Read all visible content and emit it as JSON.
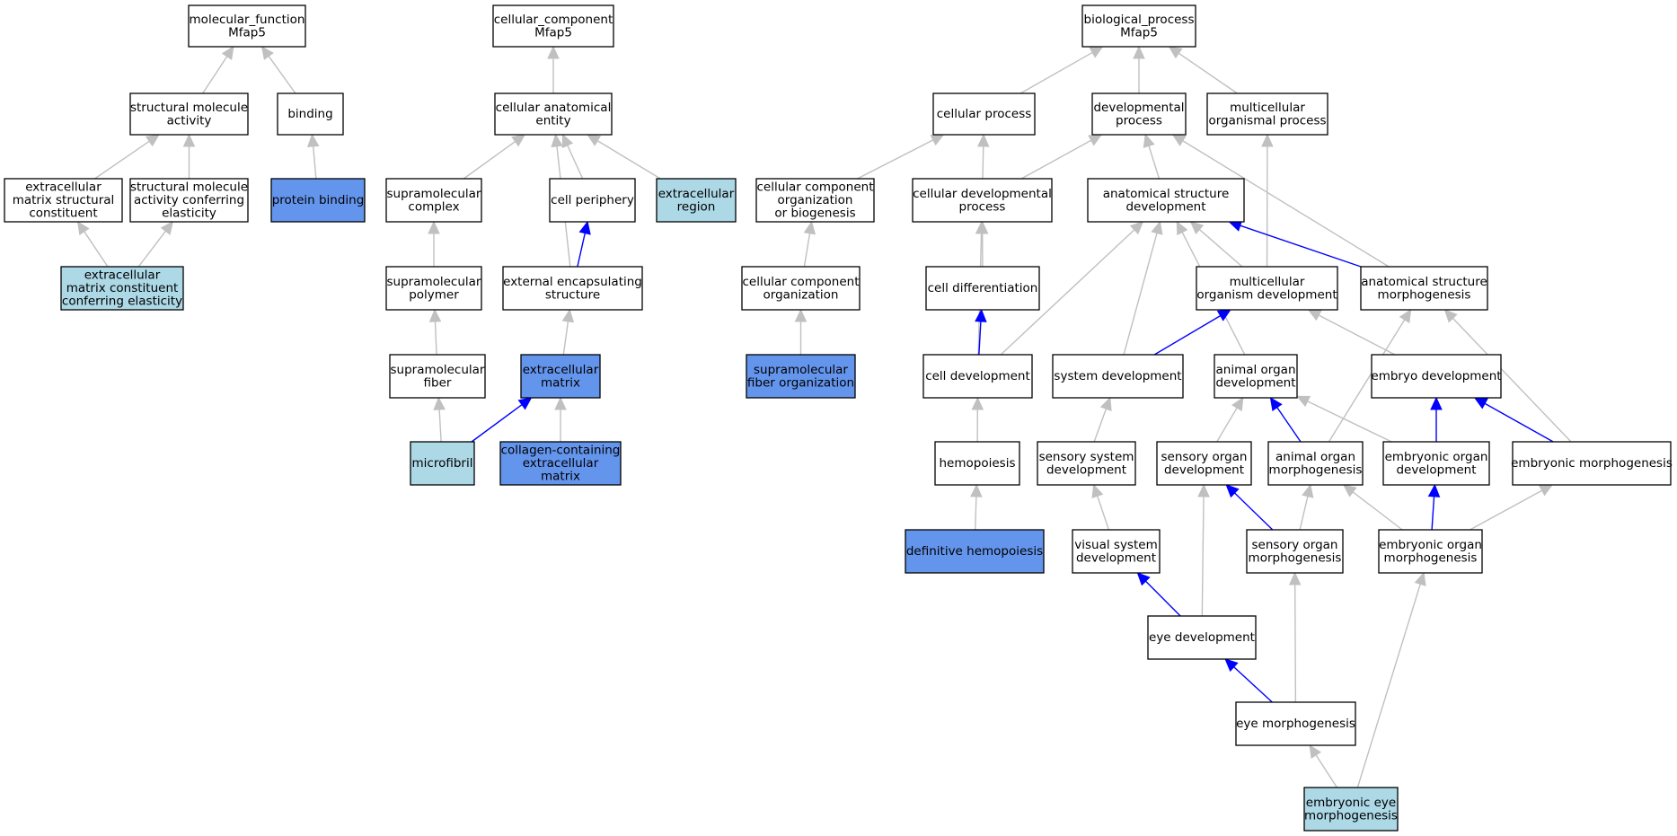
{
  "colors": {
    "plain": "#ffffff",
    "highlight": "#6495ed",
    "light": "#add8e6",
    "edge_gray": "#c0c0c0",
    "edge_blue": "#0000ff"
  },
  "nodes": [
    {
      "id": "mf",
      "lines": [
        "molecular_function",
        "Mfap5"
      ],
      "fill": "plain"
    },
    {
      "id": "sma",
      "lines": [
        "structural molecule",
        "activity"
      ],
      "fill": "plain"
    },
    {
      "id": "binding",
      "lines": [
        "binding"
      ],
      "fill": "plain"
    },
    {
      "id": "emsc",
      "lines": [
        "extracellular",
        "matrix structural",
        "constituent"
      ],
      "fill": "plain"
    },
    {
      "id": "smace",
      "lines": [
        "structural molecule",
        "activity conferring",
        "elasticity"
      ],
      "fill": "plain"
    },
    {
      "id": "pb",
      "lines": [
        "protein binding"
      ],
      "fill": "highlight"
    },
    {
      "id": "emcce",
      "lines": [
        "extracellular",
        "matrix constituent",
        "conferring elasticity"
      ],
      "fill": "light"
    },
    {
      "id": "cc",
      "lines": [
        "cellular_component",
        "Mfap5"
      ],
      "fill": "plain"
    },
    {
      "id": "cae",
      "lines": [
        "cellular anatomical",
        "entity"
      ],
      "fill": "plain"
    },
    {
      "id": "smc",
      "lines": [
        "supramolecular",
        "complex"
      ],
      "fill": "plain"
    },
    {
      "id": "cp",
      "lines": [
        "cell periphery"
      ],
      "fill": "plain"
    },
    {
      "id": "er",
      "lines": [
        "extracellular",
        "region"
      ],
      "fill": "light"
    },
    {
      "id": "smp",
      "lines": [
        "supramolecular",
        "polymer"
      ],
      "fill": "plain"
    },
    {
      "id": "ees",
      "lines": [
        "external encapsulating",
        "structure"
      ],
      "fill": "plain"
    },
    {
      "id": "smf",
      "lines": [
        "supramolecular",
        "fiber"
      ],
      "fill": "plain"
    },
    {
      "id": "em",
      "lines": [
        "extracellular",
        "matrix"
      ],
      "fill": "highlight"
    },
    {
      "id": "mfib",
      "lines": [
        "microfibril"
      ],
      "fill": "light"
    },
    {
      "id": "ccem",
      "lines": [
        "collagen-containing",
        "extracellular",
        "matrix"
      ],
      "fill": "highlight"
    },
    {
      "id": "bp",
      "lines": [
        "biological_process",
        "Mfap5"
      ],
      "fill": "plain"
    },
    {
      "id": "cellp",
      "lines": [
        "cellular process"
      ],
      "fill": "plain"
    },
    {
      "id": "devp",
      "lines": [
        "developmental",
        "process"
      ],
      "fill": "plain"
    },
    {
      "id": "mop",
      "lines": [
        "multicellular",
        "organismal process"
      ],
      "fill": "plain"
    },
    {
      "id": "ccob",
      "lines": [
        "cellular component",
        "organization",
        "or biogenesis"
      ],
      "fill": "plain"
    },
    {
      "id": "cdp",
      "lines": [
        "cellular developmental",
        "process"
      ],
      "fill": "plain"
    },
    {
      "id": "asd",
      "lines": [
        "anatomical structure",
        "development"
      ],
      "fill": "plain"
    },
    {
      "id": "cco",
      "lines": [
        "cellular component",
        "organization"
      ],
      "fill": "plain"
    },
    {
      "id": "cdiff",
      "lines": [
        "cell differentiation"
      ],
      "fill": "plain"
    },
    {
      "id": "mod",
      "lines": [
        "multicellular",
        "organism development"
      ],
      "fill": "plain"
    },
    {
      "id": "asm",
      "lines": [
        "anatomical structure",
        "morphogenesis"
      ],
      "fill": "plain"
    },
    {
      "id": "sfo",
      "lines": [
        "supramolecular",
        "fiber organization"
      ],
      "fill": "highlight"
    },
    {
      "id": "celldev",
      "lines": [
        "cell development"
      ],
      "fill": "plain"
    },
    {
      "id": "sysdev",
      "lines": [
        "system development"
      ],
      "fill": "plain"
    },
    {
      "id": "aod",
      "lines": [
        "animal organ",
        "development"
      ],
      "fill": "plain"
    },
    {
      "id": "embdev",
      "lines": [
        "embryo development"
      ],
      "fill": "plain"
    },
    {
      "id": "hemo",
      "lines": [
        "hemopoiesis"
      ],
      "fill": "plain"
    },
    {
      "id": "ssd",
      "lines": [
        "sensory system",
        "development"
      ],
      "fill": "plain"
    },
    {
      "id": "sod",
      "lines": [
        "sensory organ",
        "development"
      ],
      "fill": "plain"
    },
    {
      "id": "aom",
      "lines": [
        "animal organ",
        "morphogenesis"
      ],
      "fill": "plain"
    },
    {
      "id": "eod",
      "lines": [
        "embryonic organ",
        "development"
      ],
      "fill": "plain"
    },
    {
      "id": "emorph",
      "lines": [
        "embryonic morphogenesis"
      ],
      "fill": "plain"
    },
    {
      "id": "defh",
      "lines": [
        "definitive hemopoiesis"
      ],
      "fill": "highlight"
    },
    {
      "id": "vsd",
      "lines": [
        "visual system",
        "development"
      ],
      "fill": "plain"
    },
    {
      "id": "som",
      "lines": [
        "sensory organ",
        "morphogenesis"
      ],
      "fill": "plain"
    },
    {
      "id": "eom",
      "lines": [
        "embryonic organ",
        "morphogenesis"
      ],
      "fill": "plain"
    },
    {
      "id": "eyedev",
      "lines": [
        "eye development"
      ],
      "fill": "plain"
    },
    {
      "id": "eyem",
      "lines": [
        "eye morphogenesis"
      ],
      "fill": "plain"
    },
    {
      "id": "eem",
      "lines": [
        "embryonic eye",
        "morphogenesis"
      ],
      "fill": "light"
    }
  ],
  "edges": [
    {
      "from": "sma",
      "to": "mf",
      "color": "gray"
    },
    {
      "from": "binding",
      "to": "mf",
      "color": "gray"
    },
    {
      "from": "emsc",
      "to": "sma",
      "color": "gray"
    },
    {
      "from": "smace",
      "to": "sma",
      "color": "gray"
    },
    {
      "from": "pb",
      "to": "binding",
      "color": "gray"
    },
    {
      "from": "emcce",
      "to": "emsc",
      "color": "gray"
    },
    {
      "from": "emcce",
      "to": "smace",
      "color": "gray"
    },
    {
      "from": "cae",
      "to": "cc",
      "color": "gray"
    },
    {
      "from": "smc",
      "to": "cae",
      "color": "gray"
    },
    {
      "from": "cp",
      "to": "cae",
      "color": "gray"
    },
    {
      "from": "er",
      "to": "cae",
      "color": "gray"
    },
    {
      "from": "ees",
      "to": "cae",
      "color": "gray"
    },
    {
      "from": "smp",
      "to": "smc",
      "color": "gray"
    },
    {
      "from": "ees",
      "to": "cp",
      "color": "blue"
    },
    {
      "from": "smf",
      "to": "smp",
      "color": "gray"
    },
    {
      "from": "em",
      "to": "ees",
      "color": "gray"
    },
    {
      "from": "mfib",
      "to": "smf",
      "color": "gray"
    },
    {
      "from": "mfib",
      "to": "em",
      "color": "blue"
    },
    {
      "from": "ccem",
      "to": "em",
      "color": "gray"
    },
    {
      "from": "cellp",
      "to": "bp",
      "color": "gray"
    },
    {
      "from": "devp",
      "to": "bp",
      "color": "gray"
    },
    {
      "from": "mop",
      "to": "bp",
      "color": "gray"
    },
    {
      "from": "ccob",
      "to": "cellp",
      "color": "gray"
    },
    {
      "from": "cdp",
      "to": "cellp",
      "color": "gray"
    },
    {
      "from": "cdp",
      "to": "devp",
      "color": "gray"
    },
    {
      "from": "asd",
      "to": "devp",
      "color": "gray"
    },
    {
      "from": "asm",
      "to": "devp",
      "color": "gray"
    },
    {
      "from": "mod",
      "to": "mop",
      "color": "gray"
    },
    {
      "from": "cco",
      "to": "ccob",
      "color": "gray"
    },
    {
      "from": "cdiff",
      "to": "cdp",
      "color": "gray"
    },
    {
      "from": "celldev",
      "to": "cdp",
      "color": "gray"
    },
    {
      "from": "mod",
      "to": "asd",
      "color": "gray"
    },
    {
      "from": "asm",
      "to": "asd",
      "color": "blue"
    },
    {
      "from": "celldev",
      "to": "asd",
      "color": "gray"
    },
    {
      "from": "sysdev",
      "to": "asd",
      "color": "gray"
    },
    {
      "from": "aod",
      "to": "asd",
      "color": "gray"
    },
    {
      "from": "sfo",
      "to": "cco",
      "color": "gray"
    },
    {
      "from": "celldev",
      "to": "cdiff",
      "color": "blue"
    },
    {
      "from": "sysdev",
      "to": "mod",
      "color": "blue"
    },
    {
      "from": "embdev",
      "to": "mod",
      "color": "gray"
    },
    {
      "from": "aom",
      "to": "asm",
      "color": "gray"
    },
    {
      "from": "emorph",
      "to": "asm",
      "color": "gray"
    },
    {
      "from": "hemo",
      "to": "celldev",
      "color": "gray"
    },
    {
      "from": "ssd",
      "to": "sysdev",
      "color": "gray"
    },
    {
      "from": "sod",
      "to": "aod",
      "color": "gray"
    },
    {
      "from": "aom",
      "to": "aod",
      "color": "blue"
    },
    {
      "from": "eod",
      "to": "aod",
      "color": "gray"
    },
    {
      "from": "eod",
      "to": "embdev",
      "color": "blue"
    },
    {
      "from": "emorph",
      "to": "embdev",
      "color": "blue"
    },
    {
      "from": "defh",
      "to": "hemo",
      "color": "gray"
    },
    {
      "from": "vsd",
      "to": "ssd",
      "color": "gray"
    },
    {
      "from": "som",
      "to": "sod",
      "color": "blue"
    },
    {
      "from": "eyedev",
      "to": "sod",
      "color": "gray"
    },
    {
      "from": "som",
      "to": "aom",
      "color": "gray"
    },
    {
      "from": "eom",
      "to": "aom",
      "color": "gray"
    },
    {
      "from": "eom",
      "to": "eod",
      "color": "blue"
    },
    {
      "from": "eom",
      "to": "emorph",
      "color": "gray"
    },
    {
      "from": "eyedev",
      "to": "vsd",
      "color": "blue"
    },
    {
      "from": "eyem",
      "to": "som",
      "color": "gray"
    },
    {
      "from": "eem",
      "to": "eom",
      "color": "gray"
    },
    {
      "from": "eyem",
      "to": "eyedev",
      "color": "blue"
    },
    {
      "from": "eem",
      "to": "eyem",
      "color": "gray"
    }
  ]
}
